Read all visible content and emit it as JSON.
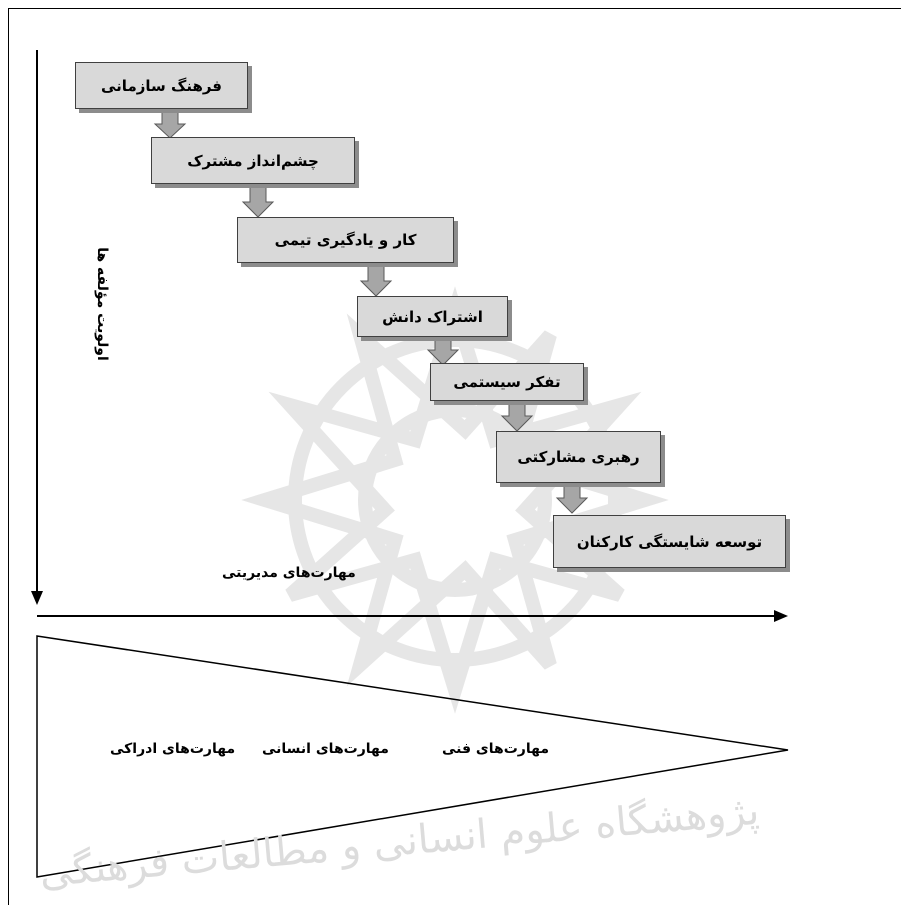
{
  "steps": [
    "فرهنگ سازمانی",
    "چشم‌انداز مشترک",
    "کار و یادگیری تیمی",
    "اشتراک دانش",
    "تفکر سیستمی",
    "رهبری مشارکتی",
    "توسعه شایستگی کارکنان"
  ],
  "axes": {
    "vertical_label": "اولویت مؤلفه ها",
    "horizontal_label": "مهارت‌های مدیریتی"
  },
  "skills": {
    "conceptual": "مهارت‌های ادراکی",
    "human": "مهارت‌های انسانی",
    "technical": "مهارت‌های فنی"
  },
  "watermark": "پژوهشگاه علوم انسانی و مطالعات فرهنگی",
  "colors": {
    "box_fill": "#d9d9d9",
    "box_shadow": "#8c8c8c",
    "arrow_fill": "#a6a6a6",
    "line": "#000000"
  }
}
